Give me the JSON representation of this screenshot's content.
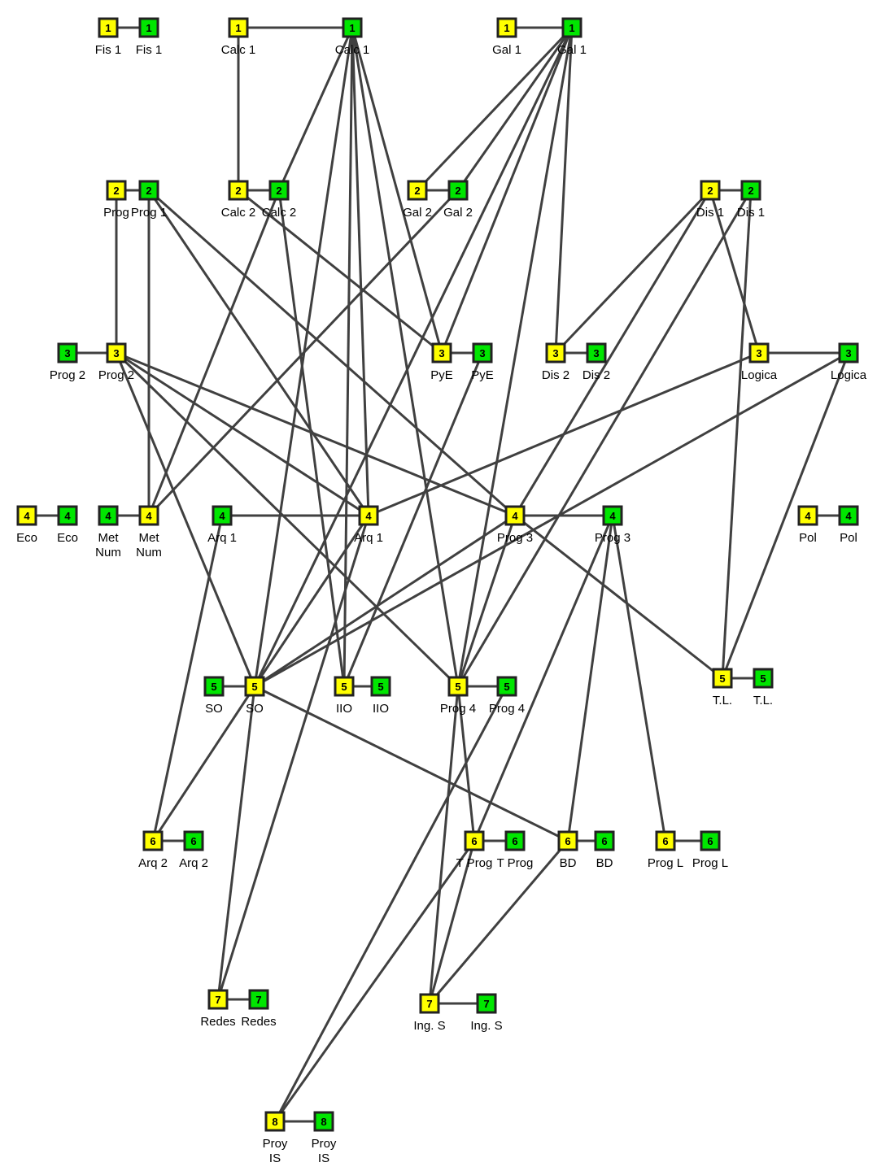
{
  "colors": {
    "yellow": "#ffff00",
    "green": "#00e600",
    "edge": "#404040",
    "border": "#222222"
  },
  "nodes": [
    {
      "id": "y_fis1",
      "level": "1",
      "label": [
        "Fis 1"
      ],
      "color": "yellow"
    },
    {
      "id": "g_fis1",
      "level": "1",
      "label": [
        "Fis 1"
      ],
      "color": "green"
    },
    {
      "id": "y_calc1",
      "level": "1",
      "label": [
        "Calc 1"
      ],
      "color": "yellow"
    },
    {
      "id": "g_calc1",
      "level": "1",
      "label": [
        "Calc 1"
      ],
      "color": "green"
    },
    {
      "id": "y_gal1",
      "level": "1",
      "label": [
        "Gal 1"
      ],
      "color": "yellow"
    },
    {
      "id": "g_gal1",
      "level": "1",
      "label": [
        "Gal 1"
      ],
      "color": "green"
    },
    {
      "id": "y_prog",
      "level": "2",
      "label": [
        "Prog"
      ],
      "color": "yellow"
    },
    {
      "id": "g_prog1",
      "level": "2",
      "label": [
        "Prog 1"
      ],
      "color": "green"
    },
    {
      "id": "y_calc2",
      "level": "2",
      "label": [
        "Calc 2"
      ],
      "color": "yellow"
    },
    {
      "id": "g_calc2",
      "level": "2",
      "label": [
        "Calc 2"
      ],
      "color": "green"
    },
    {
      "id": "y_gal2",
      "level": "2",
      "label": [
        "Gal 2"
      ],
      "color": "yellow"
    },
    {
      "id": "g_gal2",
      "level": "2",
      "label": [
        "Gal 2"
      ],
      "color": "green"
    },
    {
      "id": "y_dis1",
      "level": "2",
      "label": [
        "Dis 1"
      ],
      "color": "yellow"
    },
    {
      "id": "g_dis1",
      "level": "2",
      "label": [
        "Dis 1"
      ],
      "color": "green"
    },
    {
      "id": "g_prog2",
      "level": "3",
      "label": [
        "Prog 2"
      ],
      "color": "green"
    },
    {
      "id": "y_prog2",
      "level": "3",
      "label": [
        "Prog 2"
      ],
      "color": "yellow"
    },
    {
      "id": "y_pye",
      "level": "3",
      "label": [
        "PyE"
      ],
      "color": "yellow"
    },
    {
      "id": "g_pye",
      "level": "3",
      "label": [
        "PyE"
      ],
      "color": "green"
    },
    {
      "id": "y_dis2",
      "level": "3",
      "label": [
        "Dis 2"
      ],
      "color": "yellow"
    },
    {
      "id": "g_dis2",
      "level": "3",
      "label": [
        "Dis 2"
      ],
      "color": "green"
    },
    {
      "id": "y_logica",
      "level": "3",
      "label": [
        "Logica"
      ],
      "color": "yellow"
    },
    {
      "id": "g_logica",
      "level": "3",
      "label": [
        "Logica"
      ],
      "color": "green"
    },
    {
      "id": "y_eco",
      "level": "4",
      "label": [
        "Eco"
      ],
      "color": "yellow"
    },
    {
      "id": "g_eco",
      "level": "4",
      "label": [
        "Eco"
      ],
      "color": "green"
    },
    {
      "id": "g_metnum",
      "level": "4",
      "label": [
        "Met",
        "Num"
      ],
      "color": "green"
    },
    {
      "id": "y_metnum",
      "level": "4",
      "label": [
        "Met",
        "Num"
      ],
      "color": "yellow"
    },
    {
      "id": "g_arq1",
      "level": "4",
      "label": [
        "Arq 1"
      ],
      "color": "green"
    },
    {
      "id": "y_arq1",
      "level": "4",
      "label": [
        "Arq 1"
      ],
      "color": "yellow"
    },
    {
      "id": "y_prog3",
      "level": "4",
      "label": [
        "Prog 3"
      ],
      "color": "yellow"
    },
    {
      "id": "g_prog3",
      "level": "4",
      "label": [
        "Prog 3"
      ],
      "color": "green"
    },
    {
      "id": "y_pol",
      "level": "4",
      "label": [
        "Pol"
      ],
      "color": "yellow"
    },
    {
      "id": "g_pol",
      "level": "4",
      "label": [
        "Pol"
      ],
      "color": "green"
    },
    {
      "id": "g_so",
      "level": "5",
      "label": [
        "SO"
      ],
      "color": "green"
    },
    {
      "id": "y_so",
      "level": "5",
      "label": [
        "SO"
      ],
      "color": "yellow"
    },
    {
      "id": "y_iio",
      "level": "5",
      "label": [
        "IIO"
      ],
      "color": "yellow"
    },
    {
      "id": "g_iio",
      "level": "5",
      "label": [
        "IIO"
      ],
      "color": "green"
    },
    {
      "id": "y_prog4",
      "level": "5",
      "label": [
        "Prog 4"
      ],
      "color": "yellow"
    },
    {
      "id": "g_prog4",
      "level": "5",
      "label": [
        "Prog 4"
      ],
      "color": "green"
    },
    {
      "id": "y_tl",
      "level": "5",
      "label": [
        "T.L."
      ],
      "color": "yellow"
    },
    {
      "id": "g_tl",
      "level": "5",
      "label": [
        "T.L."
      ],
      "color": "green"
    },
    {
      "id": "y_arq2",
      "level": "6",
      "label": [
        "Arq 2"
      ],
      "color": "yellow"
    },
    {
      "id": "g_arq2",
      "level": "6",
      "label": [
        "Arq 2"
      ],
      "color": "green"
    },
    {
      "id": "y_tprog",
      "level": "6",
      "label": [
        "T Prog"
      ],
      "color": "yellow"
    },
    {
      "id": "g_tprog",
      "level": "6",
      "label": [
        "T Prog"
      ],
      "color": "green"
    },
    {
      "id": "y_bd",
      "level": "6",
      "label": [
        "BD"
      ],
      "color": "yellow"
    },
    {
      "id": "g_bd",
      "level": "6",
      "label": [
        "BD"
      ],
      "color": "green"
    },
    {
      "id": "y_progl",
      "level": "6",
      "label": [
        "Prog L"
      ],
      "color": "yellow"
    },
    {
      "id": "g_progl",
      "level": "6",
      "label": [
        "Prog L"
      ],
      "color": "green"
    },
    {
      "id": "y_redes",
      "level": "7",
      "label": [
        "Redes"
      ],
      "color": "yellow"
    },
    {
      "id": "g_redes",
      "level": "7",
      "label": [
        "Redes"
      ],
      "color": "green"
    },
    {
      "id": "y_ings",
      "level": "7",
      "label": [
        "Ing. S"
      ],
      "color": "yellow"
    },
    {
      "id": "g_ings",
      "level": "7",
      "label": [
        "Ing. S"
      ],
      "color": "green"
    },
    {
      "id": "y_proyis",
      "level": "8",
      "label": [
        "Proy",
        "IS"
      ],
      "color": "yellow"
    },
    {
      "id": "g_proyis",
      "level": "8",
      "label": [
        "Proy",
        "IS"
      ],
      "color": "green"
    }
  ],
  "edges": [
    [
      "y_fis1",
      "g_fis1"
    ],
    [
      "y_calc1",
      "g_calc1"
    ],
    [
      "y_gal1",
      "g_gal1"
    ],
    [
      "y_prog",
      "g_prog1"
    ],
    [
      "y_calc2",
      "g_calc2"
    ],
    [
      "y_gal2",
      "g_gal2"
    ],
    [
      "y_dis1",
      "g_dis1"
    ],
    [
      "g_prog2",
      "y_prog2"
    ],
    [
      "y_pye",
      "g_pye"
    ],
    [
      "y_dis2",
      "g_dis2"
    ],
    [
      "y_logica",
      "g_logica"
    ],
    [
      "y_eco",
      "g_eco"
    ],
    [
      "g_metnum",
      "y_metnum"
    ],
    [
      "g_arq1",
      "y_arq1"
    ],
    [
      "y_prog3",
      "g_prog3"
    ],
    [
      "y_pol",
      "g_pol"
    ],
    [
      "g_so",
      "y_so"
    ],
    [
      "y_iio",
      "g_iio"
    ],
    [
      "y_prog4",
      "g_prog4"
    ],
    [
      "y_tl",
      "g_tl"
    ],
    [
      "y_arq2",
      "g_arq2"
    ],
    [
      "y_tprog",
      "g_tprog"
    ],
    [
      "y_bd",
      "g_bd"
    ],
    [
      "y_progl",
      "g_progl"
    ],
    [
      "y_redes",
      "g_redes"
    ],
    [
      "y_ings",
      "g_ings"
    ],
    [
      "y_proyis",
      "g_proyis"
    ],
    [
      "y_calc1",
      "y_calc2"
    ],
    [
      "g_calc1",
      "g_calc2"
    ],
    [
      "g_calc1",
      "y_pye"
    ],
    [
      "g_calc1",
      "y_arq1"
    ],
    [
      "g_calc1",
      "y_prog4"
    ],
    [
      "g_calc1",
      "y_so"
    ],
    [
      "g_calc1",
      "y_iio"
    ],
    [
      "g_gal1",
      "y_gal2"
    ],
    [
      "g_gal1",
      "g_gal2"
    ],
    [
      "g_gal1",
      "y_pye"
    ],
    [
      "g_gal1",
      "y_dis2"
    ],
    [
      "g_gal1",
      "y_prog4"
    ],
    [
      "g_gal1",
      "y_so"
    ],
    [
      "y_prog",
      "y_prog2"
    ],
    [
      "g_prog1",
      "y_metnum"
    ],
    [
      "g_prog1",
      "y_arq1"
    ],
    [
      "g_prog1",
      "y_prog3"
    ],
    [
      "g_calc2",
      "y_metnum"
    ],
    [
      "g_calc2",
      "y_iio"
    ],
    [
      "y_calc2",
      "y_pye"
    ],
    [
      "g_gal2",
      "y_metnum"
    ],
    [
      "y_dis1",
      "y_dis2"
    ],
    [
      "y_dis1",
      "y_logica"
    ],
    [
      "y_dis1",
      "y_prog3"
    ],
    [
      "g_dis1",
      "y_prog4"
    ],
    [
      "g_dis1",
      "y_tl"
    ],
    [
      "y_prog2",
      "y_arq1"
    ],
    [
      "y_prog2",
      "y_prog3"
    ],
    [
      "y_prog2",
      "y_so"
    ],
    [
      "y_prog2",
      "y_prog4"
    ],
    [
      "g_pye",
      "y_iio"
    ],
    [
      "y_logica",
      "y_arq1"
    ],
    [
      "g_logica",
      "y_so"
    ],
    [
      "g_logica",
      "y_tl"
    ],
    [
      "g_arq1",
      "y_arq2"
    ],
    [
      "y_arq1",
      "y_so"
    ],
    [
      "y_arq1",
      "y_redes"
    ],
    [
      "y_prog3",
      "y_so"
    ],
    [
      "y_prog3",
      "y_prog4"
    ],
    [
      "y_prog3",
      "y_tl"
    ],
    [
      "g_prog3",
      "y_tprog"
    ],
    [
      "g_prog3",
      "y_bd"
    ],
    [
      "g_prog3",
      "y_progl"
    ],
    [
      "y_so",
      "y_arq2"
    ],
    [
      "y_so",
      "y_bd"
    ],
    [
      "y_so",
      "y_redes"
    ],
    [
      "y_prog4",
      "y_tprog"
    ],
    [
      "y_prog4",
      "y_ings"
    ],
    [
      "g_prog4",
      "y_proyis"
    ],
    [
      "y_tprog",
      "y_ings"
    ],
    [
      "y_tprog",
      "y_proyis"
    ],
    [
      "y_bd",
      "y_ings"
    ]
  ]
}
